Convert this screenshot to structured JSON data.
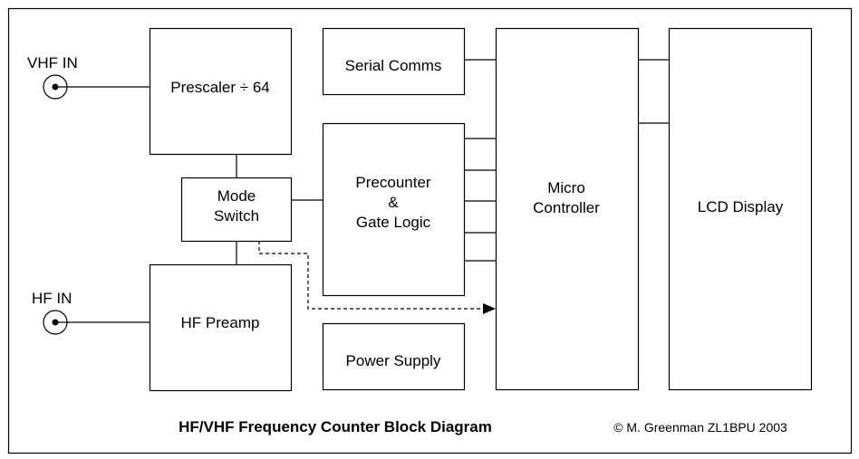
{
  "diagram": {
    "title": "HF/VHF Frequency Counter Block Diagram",
    "copyright": "© M. Greenman ZL1BPU 2003",
    "inputs": {
      "vhf": "VHF IN",
      "hf": "HF IN"
    },
    "blocks": {
      "prescaler": "Prescaler ÷ 64",
      "mode_switch": [
        "Mode",
        "Switch"
      ],
      "hf_preamp": "HF Preamp",
      "serial_comms": "Serial Comms",
      "precounter": [
        "Precounter",
        "&",
        "Gate Logic"
      ],
      "power_supply": "Power Supply",
      "micro_controller": [
        "Micro",
        "Controller"
      ],
      "lcd_display": "LCD Display"
    },
    "connections": [
      {
        "from": "VHF IN",
        "to": "Prescaler ÷ 64",
        "style": "solid"
      },
      {
        "from": "HF IN",
        "to": "HF Preamp",
        "style": "solid"
      },
      {
        "from": "Prescaler ÷ 64",
        "to": "Mode Switch",
        "style": "solid"
      },
      {
        "from": "HF Preamp",
        "to": "Mode Switch",
        "style": "solid"
      },
      {
        "from": "Mode Switch",
        "to": "Precounter & Gate Logic",
        "style": "solid"
      },
      {
        "from": "Mode Switch",
        "to": "Micro Controller",
        "style": "dashed-arrow"
      },
      {
        "from": "Serial Comms",
        "to": "Micro Controller",
        "style": "solid"
      },
      {
        "from": "Precounter & Gate Logic",
        "to": "Micro Controller",
        "style": "bus",
        "lines": 5
      },
      {
        "from": "Micro Controller",
        "to": "LCD Display",
        "style": "bus",
        "lines": 2
      }
    ]
  }
}
